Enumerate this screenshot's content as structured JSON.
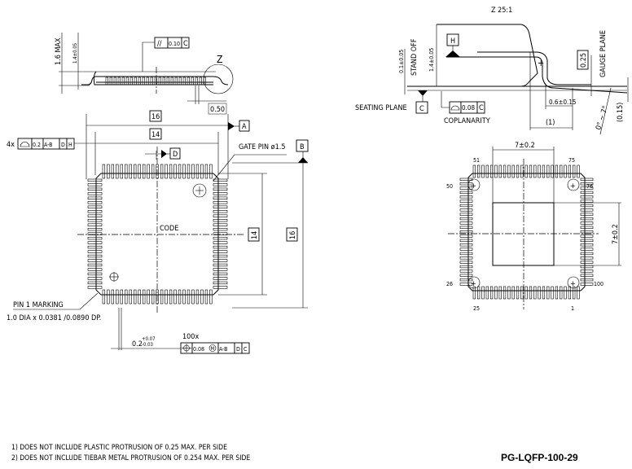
{
  "package_name": "PG-LQFP-100-29",
  "side_view": {
    "height_max": "1.6 MAX",
    "body_height": "1.4±0.05",
    "parallelism": {
      "symbol": "//",
      "value": "0.10",
      "datum": "C"
    },
    "detail_label": "Z",
    "pitch": "0.50"
  },
  "top_view": {
    "overall_width": "16",
    "body_width": "14",
    "overall_height": "16",
    "body_height": "14",
    "datum_a": "A",
    "datum_b": "B",
    "datum_d": "D",
    "profile_callout": {
      "count": "4x",
      "value": "0.2",
      "datums": "A-B",
      "d1": "D",
      "d2": "H"
    },
    "gate_pin": "GATE PIN ø1.5",
    "code_label": "CODE",
    "pin1_marking": "PIN 1 MARKING",
    "pin1_spec": "1.0 DIA x 0.0381 /0.0890 DP.",
    "lead_width": "0.2",
    "lead_width_tol_plus": "+0.07",
    "lead_width_tol_minus": "-0.03",
    "position_callout": {
      "count": "100x",
      "value": "0.08",
      "modifier": "M",
      "datums": "A-B",
      "d1": "D",
      "d2": "C"
    }
  },
  "detail_z": {
    "title": "Z 25:1",
    "datum_h": "H",
    "stand_off_label": "STAND OFF",
    "stand_off": "0.1±0.05",
    "body_height": "1.4±0.05",
    "gauge": "0.25",
    "gauge_plane": "GAUGE PLANE",
    "seating_plane": "SEATING PLANE",
    "datum_c": "C",
    "coplanarity_value": "0.08",
    "coplanarity_datum": "C",
    "coplanarity_label": "COPLANARITY",
    "foot_length": "0.6±0.15",
    "foot_ref": "(1)",
    "angle": "0° ~ 7°",
    "lead_thickness": "(0.15)"
  },
  "bottom_view": {
    "pad_width": "7±0.2",
    "pad_height": "7±0.2",
    "pin_labels": [
      "51",
      "75",
      "50",
      "76",
      "26",
      "100",
      "25",
      "1"
    ]
  },
  "notes": [
    "1) DOES NOT INCLUDE PLASTIC PROTRUSION OF 0.25 MAX. PER SIDE",
    "2) DOES NOT INCLUDE TIEBAR METAL PROTRUSION OF 0.254 MAX. PER SIDE"
  ]
}
